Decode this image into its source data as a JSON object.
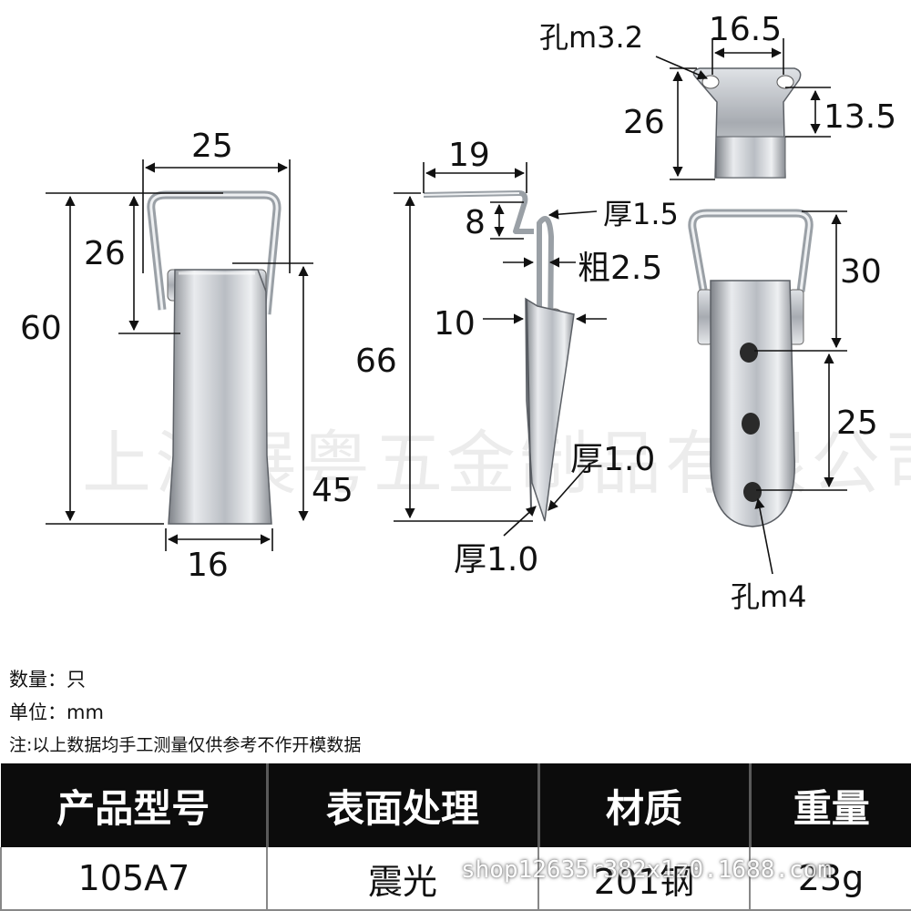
{
  "watermark": "上海展粤五金制品有限公司",
  "front_view": {
    "width_top": "25",
    "height_total": "60",
    "loop_height": "26",
    "body_length": "45",
    "body_width": "16"
  },
  "side_view": {
    "hook_length": "19",
    "hook_height": "8",
    "thickness_hook": "厚1.5",
    "wire_dia": "粗2.5",
    "depth": "10",
    "height_total": "66",
    "thickness_body": "厚1.0",
    "thickness_plate": "厚1.0"
  },
  "catch_plate": {
    "hole_label": "孔m3.2",
    "hole_spacing": "16.5",
    "height": "26",
    "slot_height": "13.5"
  },
  "back_view": {
    "loop_height": "30",
    "hole_spacing": "25",
    "hole_label": "孔m4"
  },
  "notes": {
    "quantity": "数量：只",
    "unit": "单位：mm",
    "remark": "注:以上数据均手工测量仅供参考不作开模数据"
  },
  "spec_table": {
    "headers": [
      "产品型号",
      "表面处理",
      "材质",
      "重量"
    ],
    "values": [
      "105A7",
      "震光",
      "201钢",
      "23g"
    ]
  },
  "shop_url": "shop12635r382x1z0.1688.com"
}
